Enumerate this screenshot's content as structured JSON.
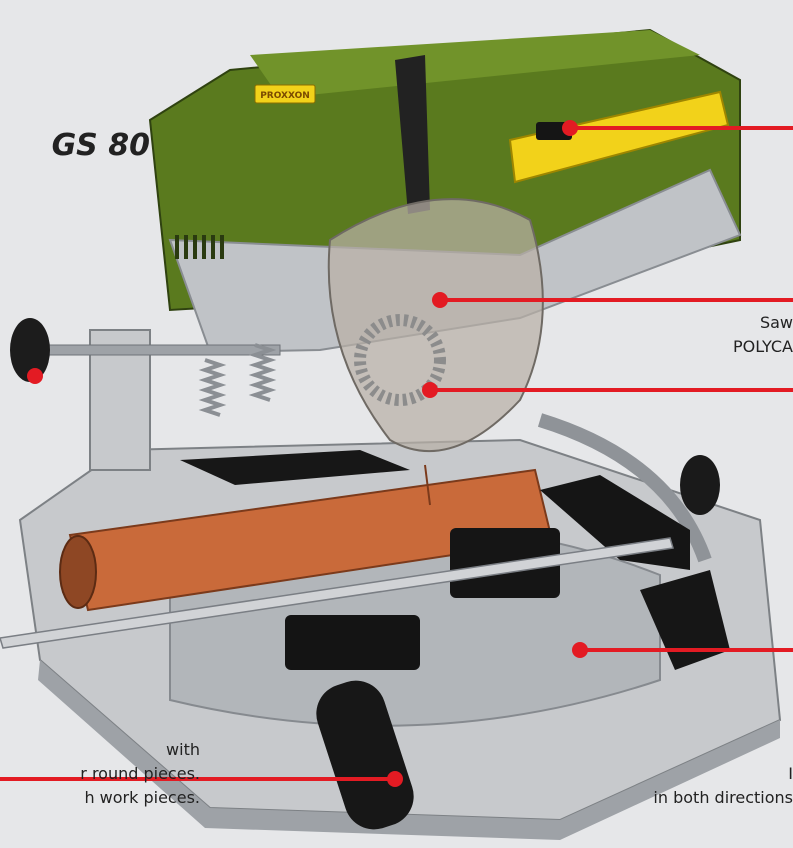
{
  "title": "GS 80",
  "brand_label": "PROXXON",
  "captions": {
    "right_saw_1": "Saw",
    "right_saw_2": "POLYCA",
    "left_1": "with",
    "left_2": "r round pieces.",
    "left_3": "h work pieces.",
    "right_bottom_1": "I",
    "right_bottom_2": "in both directions"
  },
  "colors": {
    "background": "#e6e7e9",
    "housing_green": "#5a7a1e",
    "switch_yellow": "#f2d21a",
    "callout_red": "#e31b23",
    "copper_pipe": "#c96a3a",
    "aluminum": "#c7c9cc",
    "black_parts": "#121212"
  }
}
